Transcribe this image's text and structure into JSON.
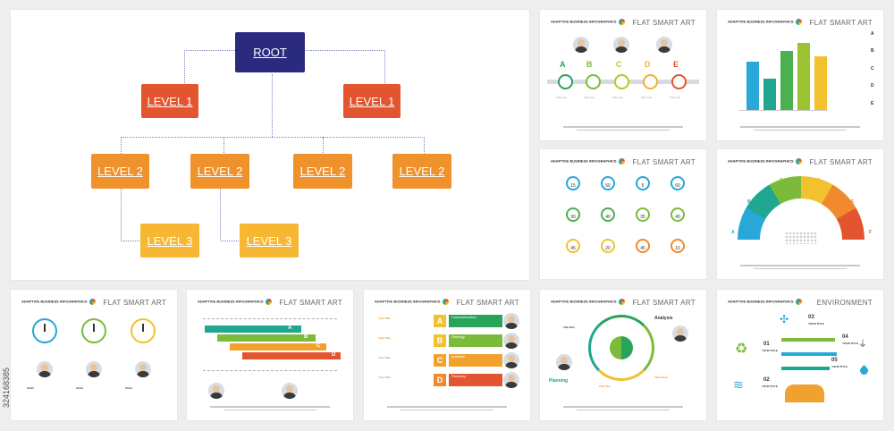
{
  "main": {
    "root": "ROOT",
    "level1": [
      "LEVEL 1",
      "LEVEL 1"
    ],
    "level2": [
      "LEVEL 2",
      "LEVEL 2",
      "LEVEL 2",
      "LEVEL 2"
    ],
    "level3": [
      "LEVEL 3",
      "LEVEL 3"
    ]
  },
  "brand": "ADAPTIVE BUSINESS INFOGRAPHICS",
  "watermark": "324168385",
  "slides": {
    "flat_smart_art": "FLAT SMART ART",
    "environment": "ENVIRONMENT"
  },
  "steps": {
    "letters": [
      "A",
      "B",
      "C",
      "D",
      "E"
    ],
    "item_title": "Title One"
  },
  "bar_chart": {
    "legend_letters": [
      "A",
      "B",
      "C",
      "D",
      "E"
    ],
    "values": [
      64,
      42,
      79,
      89,
      72
    ]
  },
  "gauges": {
    "values": [
      "15",
      "50",
      "5",
      "60",
      "30",
      "40",
      "35",
      "40",
      "45",
      "20",
      "45",
      "10"
    ]
  },
  "fan": {
    "letters": [
      "A",
      "B",
      "C",
      "D",
      "E",
      "F"
    ],
    "item_title": "Your Title"
  },
  "clocks": {
    "labels": [
      "Chart",
      "Chart",
      "Chart"
    ]
  },
  "hbars": {
    "letters": [
      "A",
      "B",
      "C",
      "D"
    ]
  },
  "list_slide": {
    "titles": [
      "Your Title",
      "Your Title",
      "Your Title",
      "Your Title"
    ],
    "letters": [
      "A",
      "B",
      "C",
      "D"
    ],
    "labels": [
      "Communication",
      "Strategy",
      "Analysis",
      "Planning"
    ]
  },
  "cycle": {
    "analysis": "Analysis",
    "planning": "Planning",
    "title_one": "Title One",
    "title_two": "Title Two",
    "title_three": "Title Three"
  },
  "environment": {
    "numbers": [
      "01",
      "02",
      "03",
      "04",
      "05"
    ],
    "item_title": "YOUR TITLE"
  },
  "colors": {
    "root": "#2a2a7f",
    "level1": "#e2552f",
    "level2": "#f0922b",
    "level3": "#f7b733",
    "palette": [
      "#27a8d8",
      "#1fa78f",
      "#7cbb3a",
      "#f2c12e",
      "#f08a2c",
      "#e2552f"
    ]
  },
  "icons": [
    "person-avatar-icon",
    "clock-icon",
    "gauge-icon",
    "world-map-icon",
    "recycle-icon",
    "wind-turbine-icon",
    "water-drop-icon",
    "plug-icon",
    "wave-icon",
    "lightbulb-icon"
  ]
}
